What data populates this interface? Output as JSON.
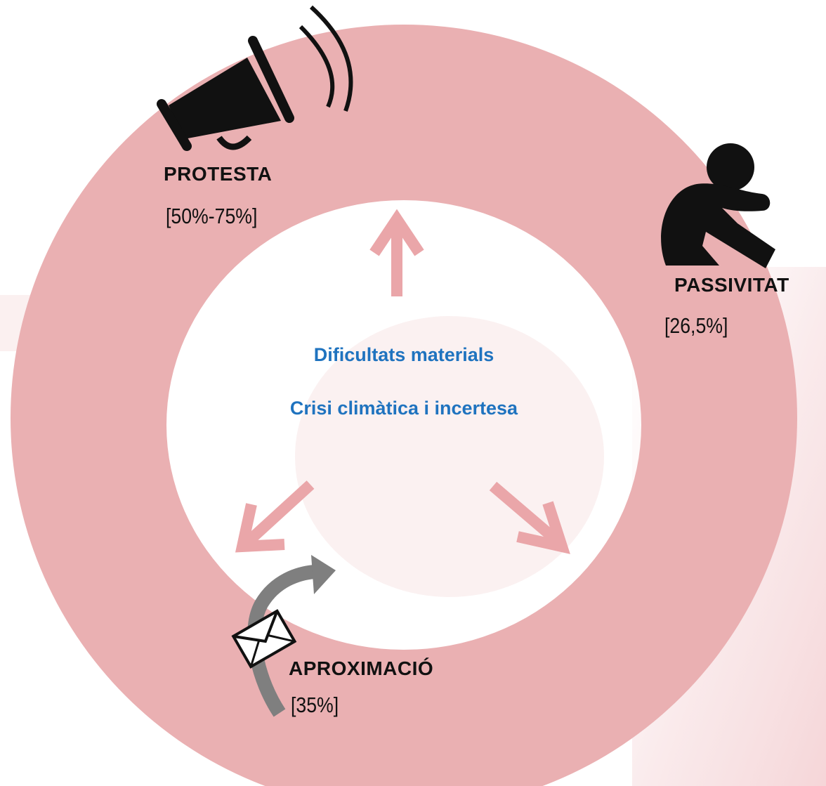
{
  "center": {
    "line1": "Dificultats materials",
    "line2": "Crisi climàtica i incertesa"
  },
  "nodes": {
    "protesta": {
      "title": "PROTESTA",
      "value": "[50%-75%]"
    },
    "passivitat": {
      "title": "PASSIVITAT",
      "value": "[26,5%]"
    },
    "aproximacio": {
      "title": "APROXIMACIÓ",
      "value": "[35%]"
    }
  },
  "colors": {
    "ring": "#eab0b2",
    "arrow": "#eaa6a9",
    "center_text": "#1f73bf",
    "icon": "#111111",
    "curved_arrow": "#7f7f7f",
    "background_wash": "#f2c9cc"
  },
  "icons": [
    "megaphone-icon",
    "sitting-person-icon",
    "envelope-icon",
    "curved-arrow-icon"
  ]
}
